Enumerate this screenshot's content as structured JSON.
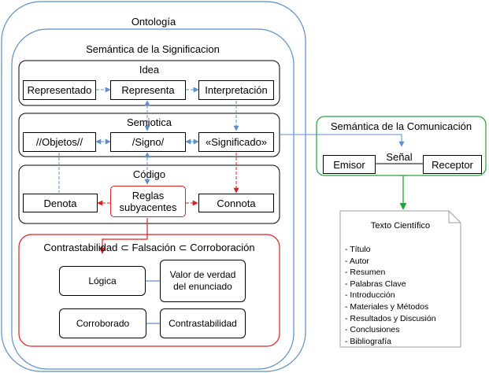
{
  "ontologia": {
    "title": "Ontología"
  },
  "semantica_significacion": {
    "title": "Semántica de la Significacion"
  },
  "idea": {
    "title": "Idea",
    "nodes": [
      "Representado",
      "Representa",
      "Interpretación"
    ]
  },
  "semiotica": {
    "title": "Semiotica",
    "nodes": [
      "//Objetos//",
      "/Signo/",
      "«Significado»"
    ]
  },
  "codigo": {
    "title": "Código",
    "nodes": [
      "Denota",
      "Reglas subyacentes",
      "Connota"
    ]
  },
  "contrastabilidad": {
    "title": "Contrastabilidad ⊂ Falsación ⊂ Corroboración",
    "nodes": [
      "Lógica",
      "Valor de verdad del enunciado",
      "Corroborado",
      "Contrastabilidad"
    ]
  },
  "semantica_comunicacion": {
    "title": "Semántica de la Comunicación",
    "channel": "Señal",
    "nodes": [
      "Emisor",
      "Receptor"
    ]
  },
  "texto_cientifico": {
    "title": "Texto Científico",
    "items": [
      "- Título",
      "- Autor",
      "- Resumen",
      "- Palabras Clave",
      "- Introducción",
      "- Materiales y Métodos",
      "- Resultados y Discusión",
      "- Conclusiones",
      "- Bibliografía"
    ]
  },
  "colors": {
    "blue_outline": "#5b8fc9",
    "green_outline": "#21a33a",
    "red_outline": "#e02020",
    "dark_outline": "#000000",
    "doc_outline": "#9e9e9e"
  }
}
